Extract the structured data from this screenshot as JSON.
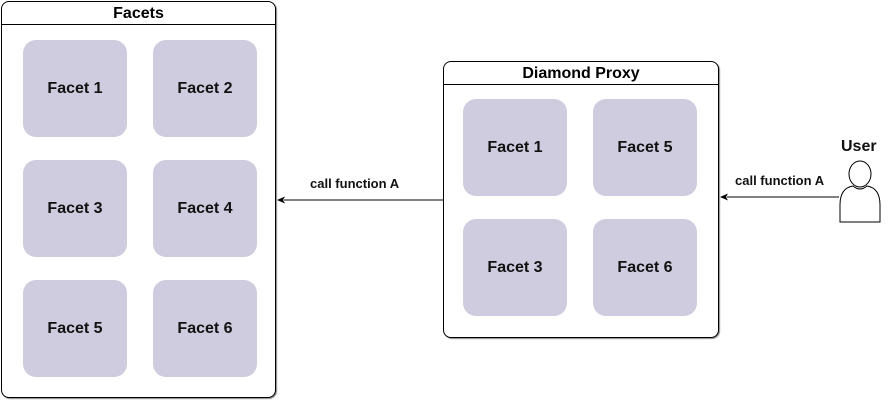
{
  "facets_container": {
    "title": "Facets",
    "items": [
      "Facet 1",
      "Facet 2",
      "Facet 3",
      "Facet 4",
      "Facet 5",
      "Facet 6"
    ]
  },
  "proxy_container": {
    "title": "Diamond Proxy",
    "items": [
      "Facet 1",
      "Facet 5",
      "Facet 3",
      "Facet 6"
    ]
  },
  "user": {
    "label": "User"
  },
  "arrows": {
    "proxy_to_facets": "call function A",
    "user_to_proxy": "call function A"
  },
  "colors": {
    "facet_fill": "#d0cce0",
    "stroke": "#000000"
  }
}
